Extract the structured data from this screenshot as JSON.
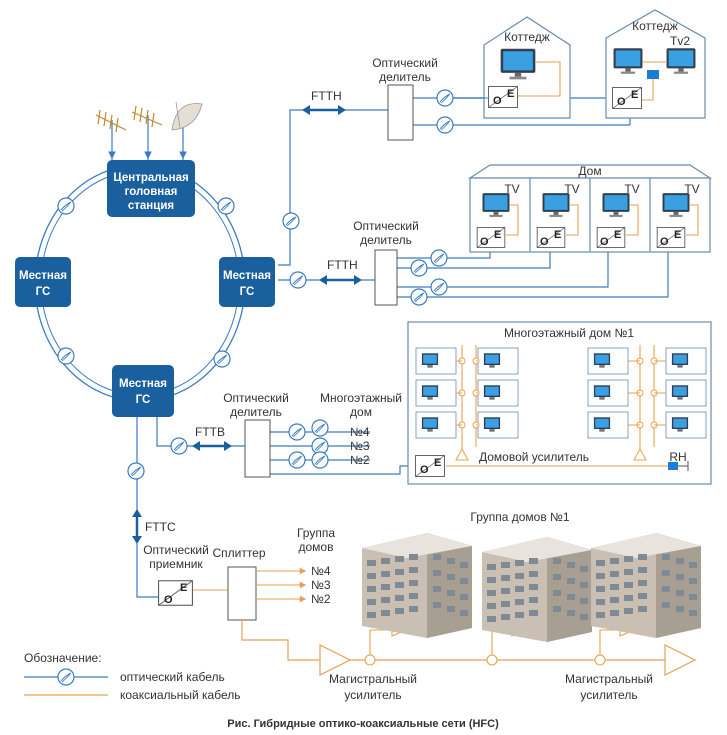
{
  "nodes": {
    "headend": [
      "Центральная",
      "головная",
      "станция"
    ],
    "local_gs": [
      "Местная",
      "ГС"
    ]
  },
  "labels": {
    "optical_splitter": [
      "Оптический",
      "делитель"
    ],
    "ftth": "FTTH",
    "fttb": "FTTB",
    "fttc": "FTTC",
    "cottage": "Коттедж",
    "tv2": "Tv2",
    "house": "Дом",
    "tv": "TV",
    "multistorey_house_1": "Многоэтажный дом №1",
    "house_amplifier": "Домовой усилитель",
    "rh": "RH",
    "multistorey_house": [
      "Многоэтажный",
      "дом"
    ],
    "n4": "№4",
    "n3": "№3",
    "n2": "№2",
    "optical_receiver": [
      "Оптический",
      "приемник"
    ],
    "splitter": "Сплиттер",
    "house_group": [
      "Группа",
      "домов"
    ],
    "house_group_1": "Группа домов №1",
    "trunk_amplifier": [
      "Магистральный",
      "усилитель"
    ],
    "o": "O",
    "e": "E"
  },
  "legend": {
    "title": "Обозначение:",
    "optical": "оптический кабель",
    "coax": "коаксиальный кабель"
  },
  "caption": "Рис. Гибридные оптико-коаксиальные сети (HFC)",
  "colors": {
    "node_blue": "#1a5f9e",
    "optical": "#3a7cc0",
    "coax": "#e8a050",
    "building_border": "#6a8cae"
  }
}
